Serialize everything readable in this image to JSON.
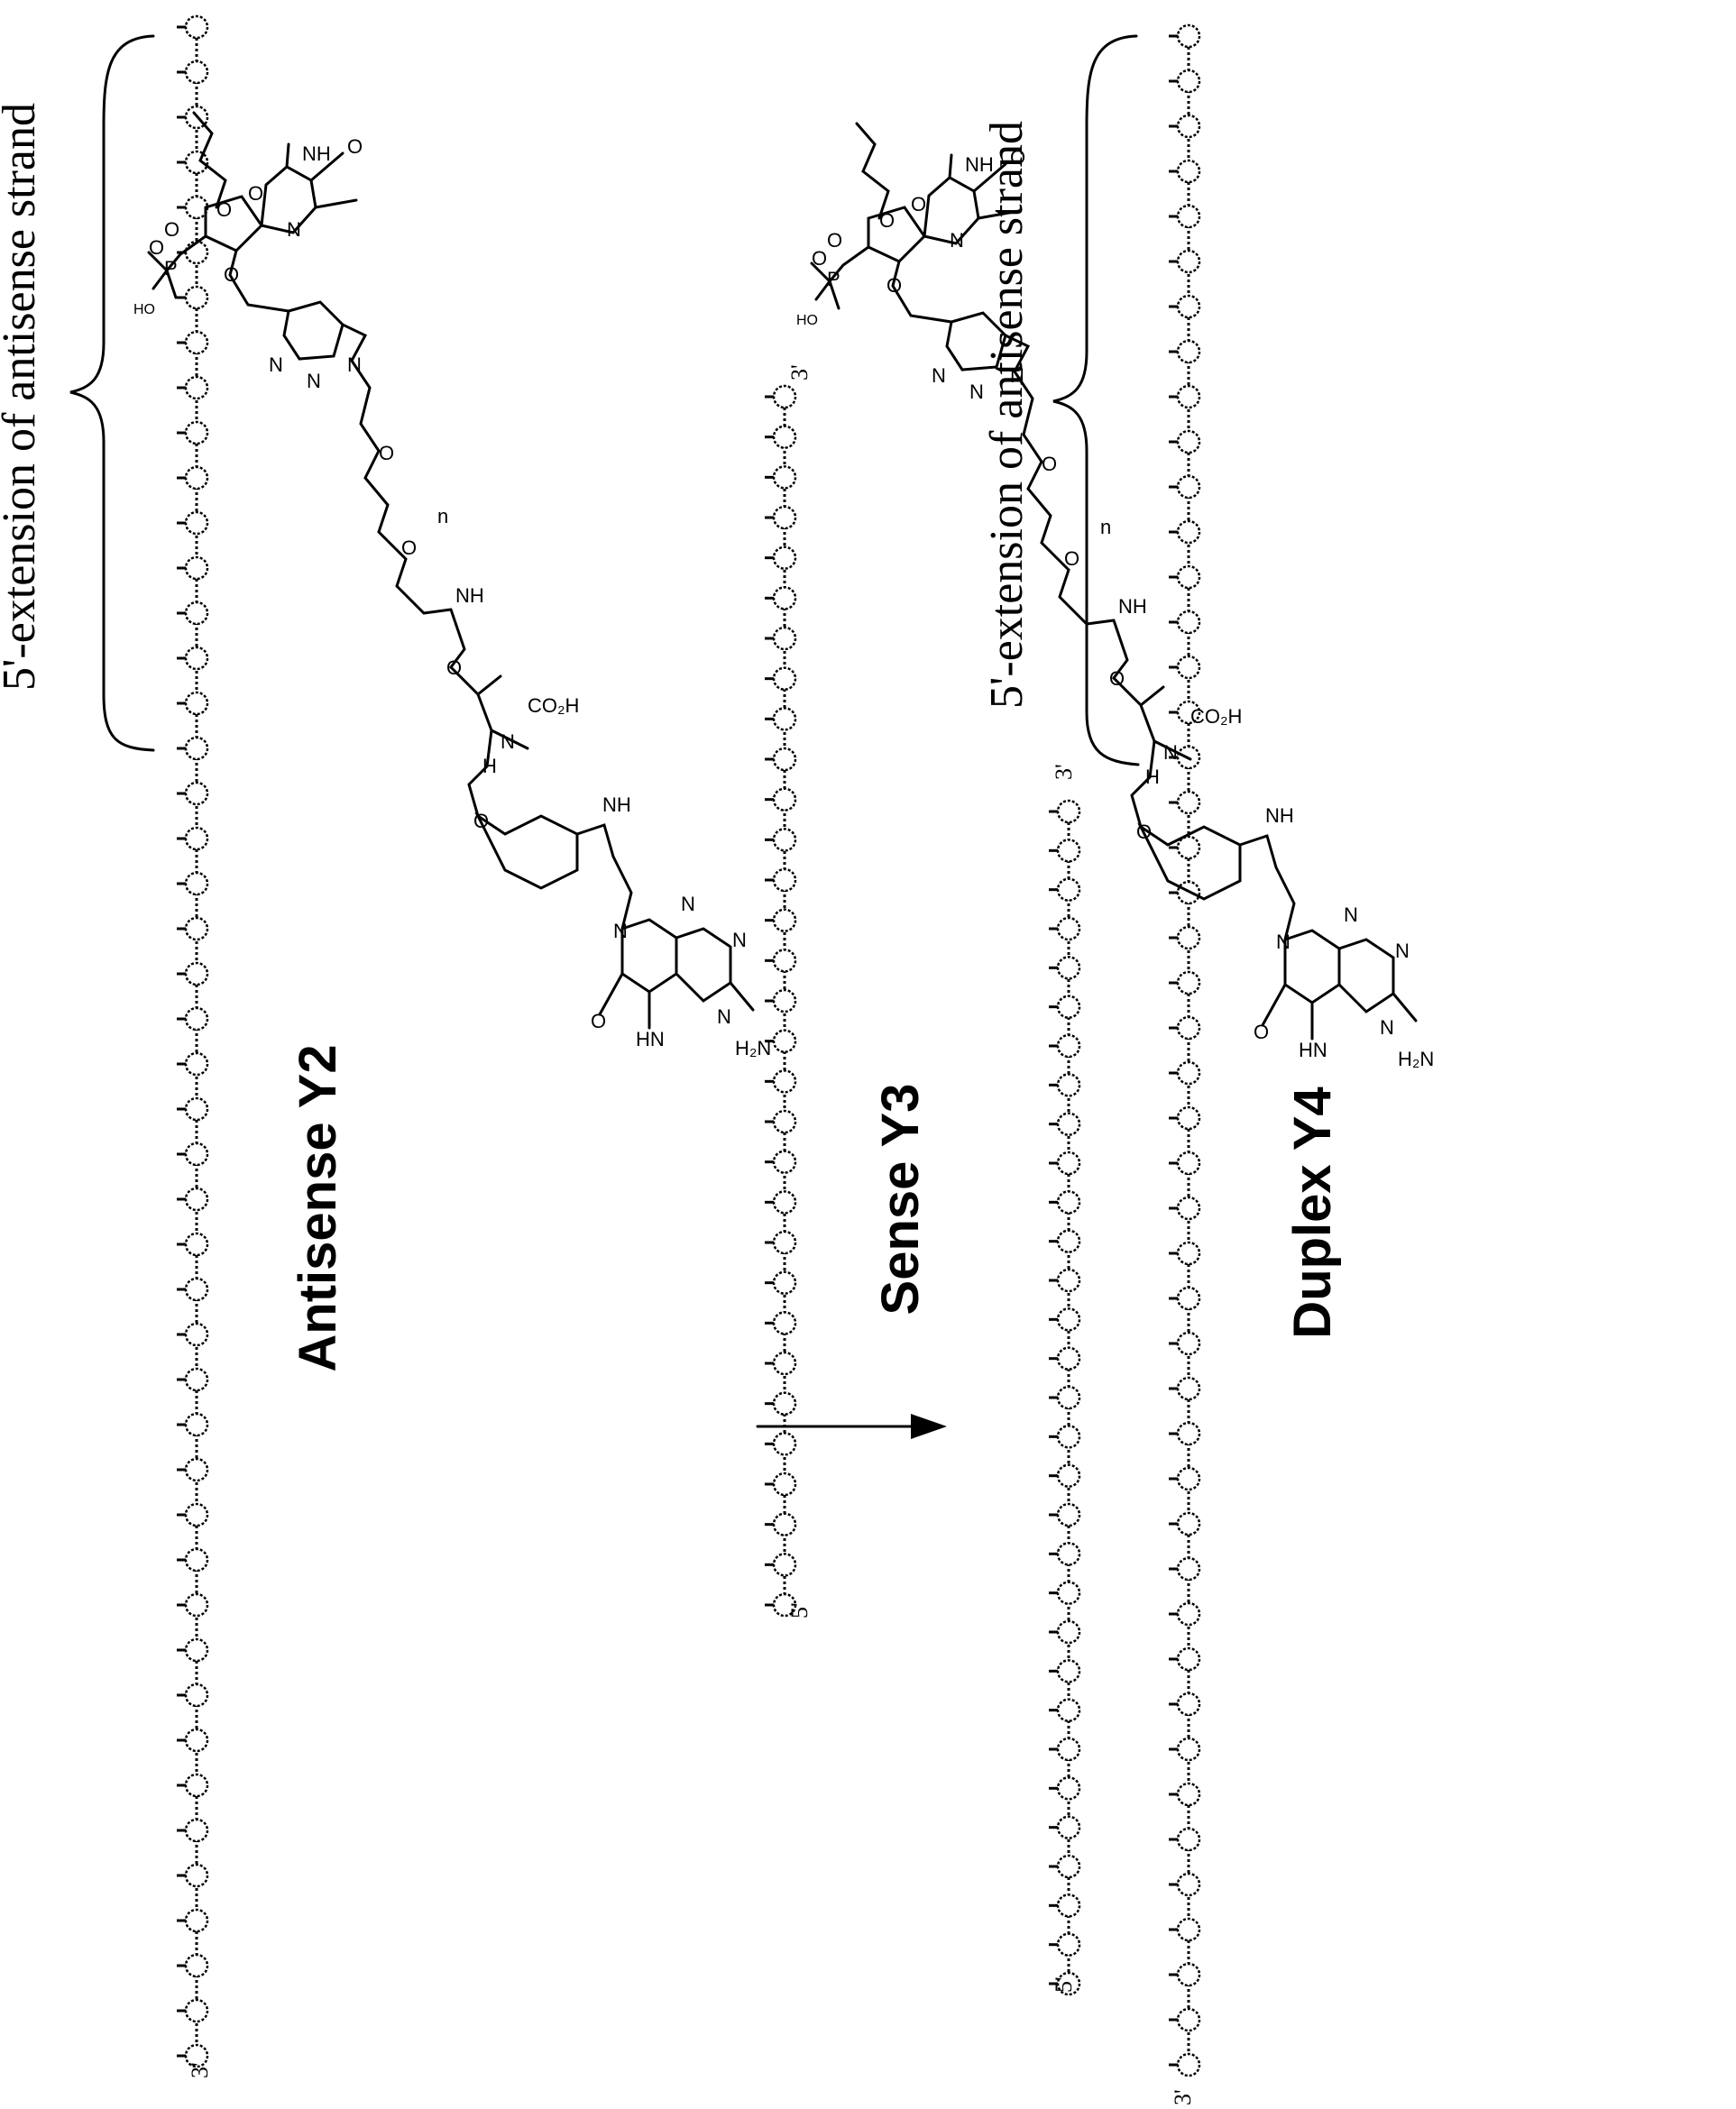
{
  "labels": {
    "antisense": "Antisense Y2",
    "sense": "Sense Y3",
    "duplex": "Duplex Y4",
    "extension_brace": "5'-extension of antisense strand",
    "extension_brace_duplex": "5'-extension of antisense strand",
    "three_prime": "3'",
    "five_prime": "5'"
  },
  "strands": {
    "antisense_beads": 46,
    "sense_beads": 31,
    "duplex_sense_beads": 31,
    "duplex_antisense_beads": 46
  },
  "chemistry": {
    "atoms": [
      "NH",
      "O",
      "O",
      "N",
      "O",
      "O",
      "P",
      "HO",
      "O",
      "O",
      "N",
      "N",
      "N",
      "O",
      "n",
      "O",
      "NH",
      "O",
      "CO2H",
      "N",
      "H",
      "O",
      "NH",
      "N",
      "N",
      "N",
      "O",
      "HN",
      "N",
      "H2N"
    ]
  }
}
